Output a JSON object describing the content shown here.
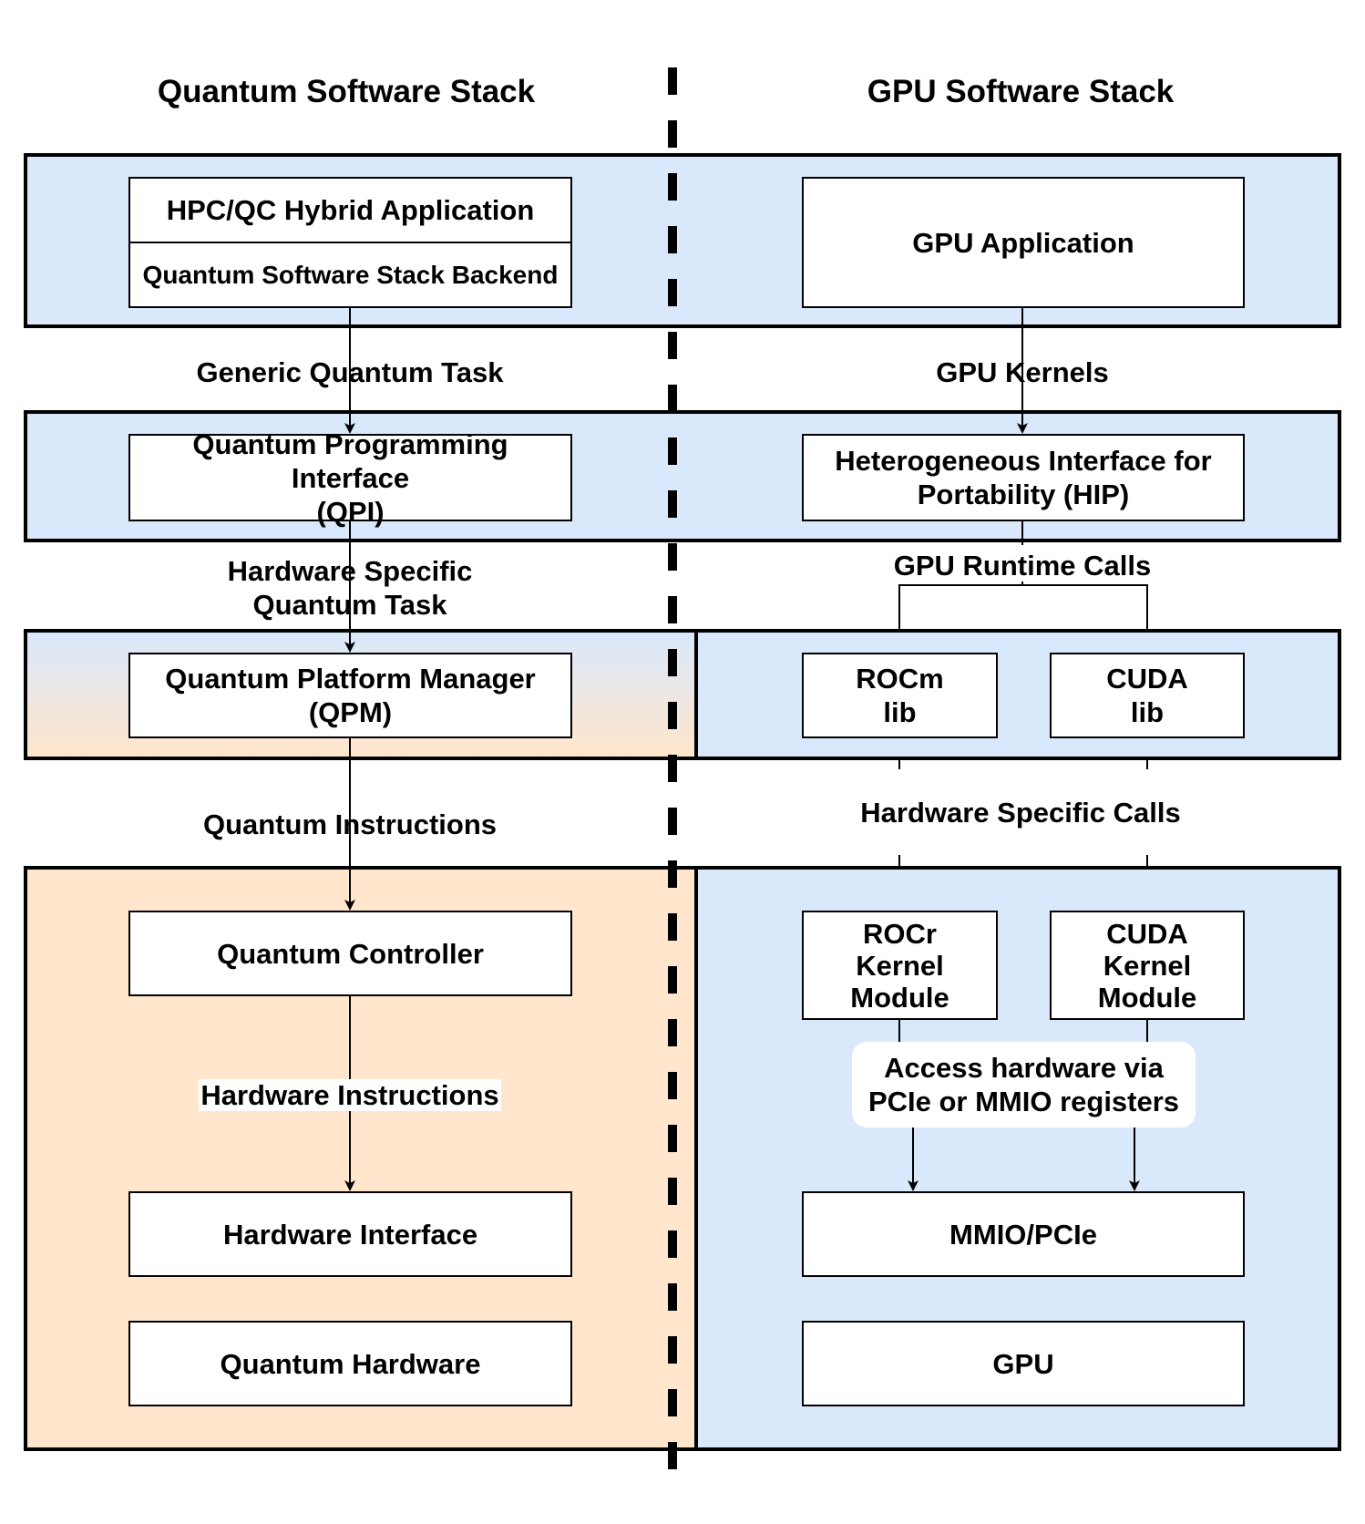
{
  "titles": {
    "quantum": "Quantum Software Stack",
    "gpu": "GPU Software Stack"
  },
  "quantum": {
    "hybrid_app": "HPC/QC Hybrid Application",
    "backend": "Quantum Software Stack Backend",
    "edge_generic_task": "Generic Quantum Task",
    "qpi": "Quantum Programming Interface\n(QPI)",
    "edge_hw_specific_task": "Hardware Specific\nQuantum Task",
    "qpm": "Quantum Platform Manager\n(QPM)",
    "edge_instructions": "Quantum Instructions",
    "controller": "Quantum Controller",
    "edge_hw_instructions": "Hardware Instructions",
    "hw_interface": "Hardware Interface",
    "hardware": "Quantum Hardware"
  },
  "gpu": {
    "app": "GPU Application",
    "edge_kernels": "GPU Kernels",
    "hip": "Heterogeneous Interface for\nPortability (HIP)",
    "edge_runtime_calls": "GPU Runtime Calls",
    "rocm": "ROCm\nlib",
    "cuda_lib": "CUDA\nlib",
    "edge_hw_specific_calls": "Hardware Specific Calls",
    "rocr": "ROCr\nKernel\nModule",
    "cuda_km": "CUDA\nKernel\nModule",
    "access_note": "Access hardware via\nPCIe or MMIO registers",
    "mmio": "MMIO/PCIe",
    "gpu": "GPU"
  },
  "colors": {
    "panel_blue": "#dae8fc",
    "panel_peach": "#ffe6cc",
    "box_fill": "#ffffff",
    "stroke": "#000000"
  }
}
